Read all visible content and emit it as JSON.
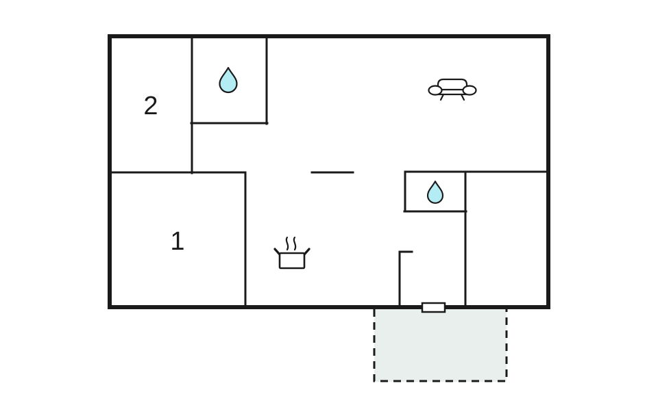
{
  "plan": {
    "type": "floor-plan",
    "rooms": [
      {
        "label": "2"
      },
      {
        "label": "1"
      }
    ],
    "icons": [
      {
        "name": "water-drop-icon"
      },
      {
        "name": "water-drop-icon"
      },
      {
        "name": "sofa-icon"
      },
      {
        "name": "cooking-pot-icon"
      },
      {
        "name": "door-icon"
      }
    ],
    "colors": {
      "wall": "#1a1a1a",
      "background": "#ffffff",
      "water_drop_fill": "#b4ecf4",
      "terrace_fill": "#e8efed",
      "door_fill": "#ffffff",
      "label_color": "#1a1a1a"
    }
  }
}
